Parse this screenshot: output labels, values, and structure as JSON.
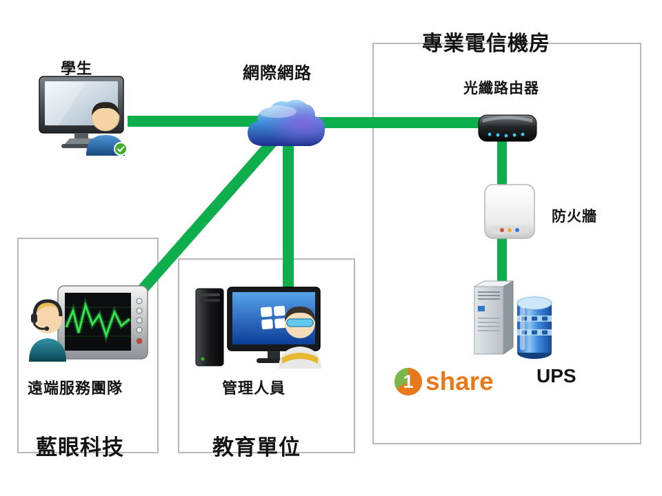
{
  "colors": {
    "connector": "#0fae4c",
    "box_border": "#b8b8b8",
    "logo_orange": "#e8791a",
    "logo_green": "#7ab648"
  },
  "nodes": {
    "student": {
      "label": "學生"
    },
    "internet": {
      "label": "網際網路"
    },
    "telecom_room": {
      "title": "專業電信機房"
    },
    "fiber_router": {
      "label": "光纖路由器"
    },
    "firewall": {
      "label": "防火牆"
    },
    "ups": {
      "label": "UPS"
    },
    "remote_team": {
      "label": "遠端服務團隊"
    },
    "admin": {
      "label": "管理人員"
    },
    "blueeyes": {
      "label": "藍眼科技"
    },
    "education": {
      "label": "教育單位"
    },
    "share_logo": {
      "digit": "1",
      "text": "share"
    }
  }
}
